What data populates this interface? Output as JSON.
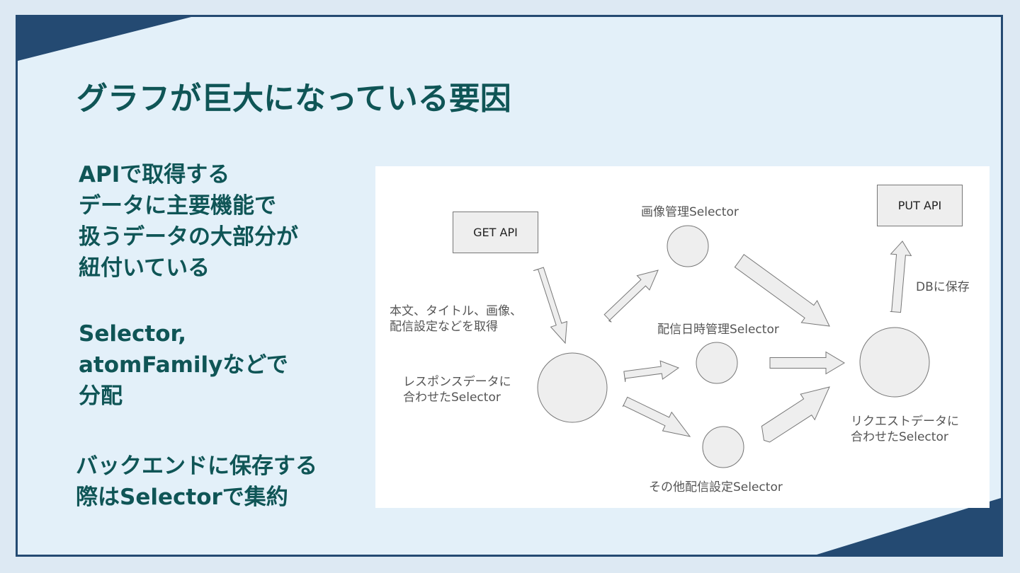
{
  "slide": {
    "title": "グラフが巨大になっている要因",
    "points": [
      {
        "lines": [
          "APIで取得する",
          "データに主要機能で",
          "扱うデータの大部分が",
          "紐付いている"
        ]
      },
      {
        "lines": [
          "Selector,",
          "atomFamilyなどで",
          "分配"
        ]
      },
      {
        "lines": [
          "バックエンドに保存する",
          "際はSelectorで集約"
        ]
      }
    ]
  },
  "colors": {
    "border": "#244a72",
    "slide_bg": "#e3f0f9",
    "text": "#0f5556",
    "node_fill": "#eeeeee",
    "node_stroke": "#777777"
  },
  "diagram": {
    "get_api": "GET API",
    "put_api": "PUT API",
    "fetch_label": [
      "本文、タイトル、画像、",
      "配信設定などを取得"
    ],
    "response_selector": [
      "レスポンスデータに",
      "合わせたSelector"
    ],
    "image_selector": "画像管理Selector",
    "datetime_selector": "配信日時管理Selector",
    "other_selector": "その他配信設定Selector",
    "request_selector": [
      "リクエストデータに",
      "合わせたSelector"
    ],
    "db_save": "DBに保存"
  }
}
